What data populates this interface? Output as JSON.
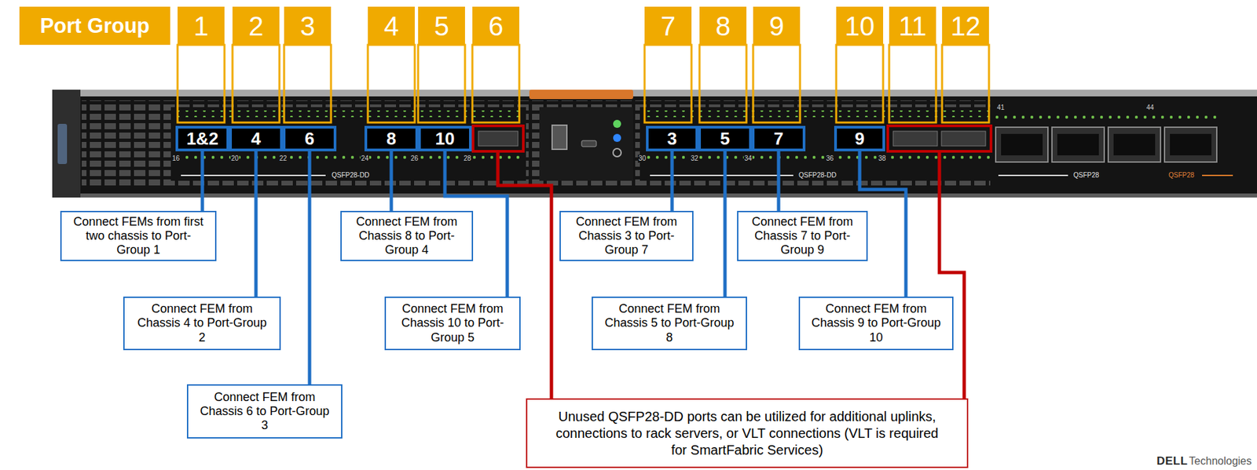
{
  "diagram": {
    "nodes": [
      {
        "text": [
          "Port Group"
        ]
      },
      {
        "text": [
          "1"
        ]
      },
      {
        "text": [
          "2"
        ]
      },
      {
        "text": [
          "3"
        ]
      },
      {
        "text": [
          "4"
        ]
      },
      {
        "text": [
          "5"
        ]
      },
      {
        "text": [
          "6"
        ]
      },
      {
        "text": [
          "7"
        ]
      },
      {
        "text": [
          "8"
        ]
      },
      {
        "text": [
          "9"
        ]
      },
      {
        "text": [
          "10"
        ]
      },
      {
        "text": [
          "11"
        ]
      },
      {
        "text": [
          "12"
        ]
      },
      {
        "text": [
          "1&2"
        ]
      },
      {
        "text": [
          "4"
        ]
      },
      {
        "text": [
          "6"
        ]
      },
      {
        "text": [
          "8"
        ]
      },
      {
        "text": [
          "10"
        ]
      },
      {
        "text": [
          "3"
        ]
      },
      {
        "text": [
          "5"
        ]
      },
      {
        "text": [
          "7"
        ]
      },
      {
        "text": [
          "9"
        ]
      },
      {
        "text": [
          "Connect FEMs from first two chassis to Port-Group 1"
        ]
      },
      {
        "text": [
          "Connect FEM from Chassis 4 to Port-Group 2"
        ]
      },
      {
        "text": [
          "Connect FEM from Chassis 6 to Port-Group 3"
        ]
      },
      {
        "text": [
          "Connect FEM from Chassis 8 to Port-Group 4"
        ]
      },
      {
        "text": [
          "Connect FEM from Chassis 10 to Port-Group 5"
        ]
      },
      {
        "text": [
          "Connect FEM from Chassis 3 to Port-Group 7"
        ]
      },
      {
        "text": [
          "Connect FEM from Chassis 5 to Port-Group 8"
        ]
      },
      {
        "text": [
          "Connect FEM from Chassis 7 to Port-Group 9"
        ]
      },
      {
        "text": [
          "Connect FEM from Chassis 9 to Port-Group 10"
        ]
      },
      {
        "text": [
          "Unused QSFP28-DD ports can be utilized for additional uplinks, connections to rack servers, or VLT connections (VLT is required for SmartFabric Services)"
        ]
      }
    ],
    "edges": [
      {
        "from": 13,
        "to": 22,
        "arrow": "none"
      },
      {
        "from": 14,
        "to": 23,
        "arrow": "none"
      },
      {
        "from": 15,
        "to": 24,
        "arrow": "none"
      },
      {
        "from": 16,
        "to": 25,
        "arrow": "none"
      },
      {
        "from": 17,
        "to": 26,
        "arrow": "none"
      },
      {
        "from": 18,
        "to": 27,
        "arrow": "none"
      },
      {
        "from": 19,
        "to": 28,
        "arrow": "none"
      },
      {
        "from": 20,
        "to": 29,
        "arrow": "none"
      },
      {
        "from": 21,
        "to": 30,
        "arrow": "none"
      }
    ],
    "labels": [
      "QSFP28-DD",
      "QSFP28-DD",
      "QSFP28",
      "QSFP28",
      "16",
      "20",
      "22",
      "24",
      "26",
      "28",
      "30",
      "32",
      "34",
      "36",
      "38",
      "41",
      "44",
      "DELL",
      "Technologies"
    ]
  }
}
